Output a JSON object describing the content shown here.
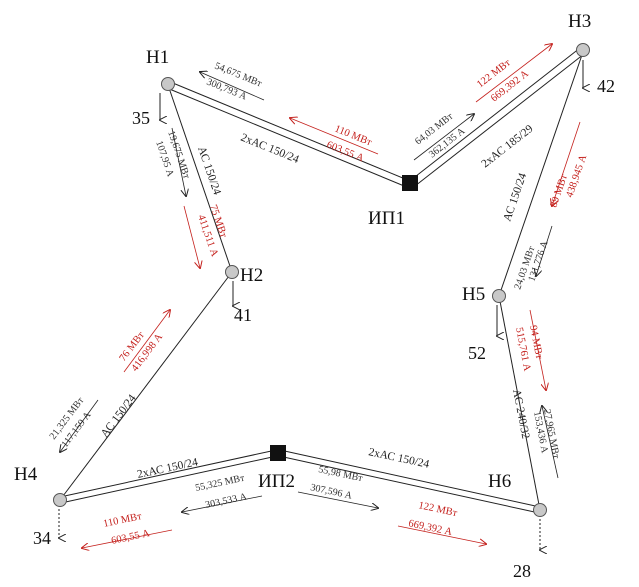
{
  "colors": {
    "ink": "#222222",
    "loss": "#c4201c",
    "node_fill": "#c8c8c8"
  },
  "sources": {
    "ip1": "ИП1",
    "ip2": "ИП2"
  },
  "nodes": {
    "h1": "Н1",
    "h2": "Н2",
    "h3": "Н3",
    "h4": "Н4",
    "h5": "Н5",
    "h6": "Н6"
  },
  "loads": {
    "h1": "35",
    "h2": "41",
    "h3": "42",
    "h4": "34",
    "h5": "52",
    "h6": "28"
  },
  "lines": {
    "ip1_h1": "2хАС 150/24",
    "ip1_h3": "2хАС 185/29",
    "h1_h2": "АС 150/24",
    "h3_h5": "АС 150/24",
    "h2_h4": "АС 150/24",
    "h5_h6": "АС 240/32",
    "ip2_h4": "2хАС 150/24",
    "ip2_h6": "2хАС 150/24"
  },
  "flows": {
    "h1_top_mw": "54,675 МВт",
    "h1_top_a": "300,793 А",
    "ip1_h1_red_mw": "110 МВт",
    "ip1_h1_red_a": "603,55 А",
    "ip1_h3_mw": "64,03 МВт",
    "ip1_h3_a": "362,135 А",
    "ip1_h3_red_mw": "122 МВт",
    "ip1_h3_red_a": "669,392 А",
    "h1_h2_mw": "19,675 МВт",
    "h1_h2_a": "107,95 А",
    "h1_h2_red_mw": "75 МВт",
    "h1_h2_red_a": "411,511 А",
    "h3_h5_red_mw": "89 МВт",
    "h3_h5_red_a": "438,945 А",
    "h3_h5_mw": "24,03 МВт",
    "h3_h5_a": "131,776 А",
    "h2_h4_red_mw": "76 МВт",
    "h2_h4_red_a": "416,998 А",
    "h4_mw": "21,325 МВт",
    "h4_a": "117,159 А",
    "h5_h6_red_mw": "94 МВт",
    "h5_h6_red_a": "515,761 А",
    "h6_mw": "27,965 МВт",
    "h6_a": "153,436 А",
    "ip2_h4_mw": "55,325 МВт",
    "ip2_h4_a": "303,533 А",
    "ip2_h4_red_mw": "110 МВт",
    "ip2_h4_red_a": "603,55 А",
    "ip2_h6_mw": "55,98 МВт",
    "ip2_h6_a": "307,596 А",
    "ip2_h6_red_mw": "122 МВт",
    "ip2_h6_red_a": "669,392 А"
  }
}
